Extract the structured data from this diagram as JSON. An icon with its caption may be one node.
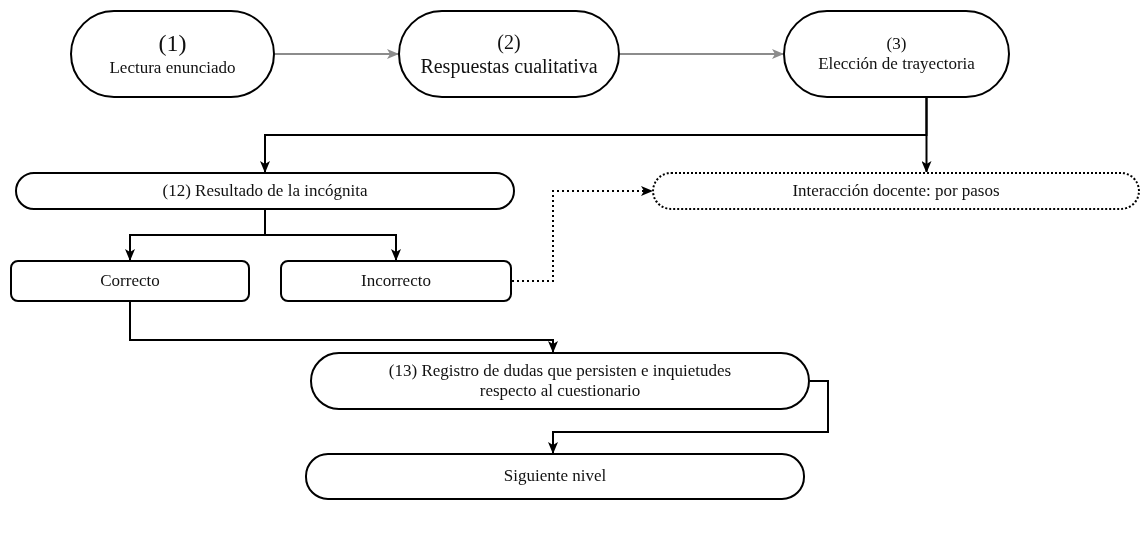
{
  "diagram": {
    "nodes": [
      {
        "text": [
          "(1)",
          "Lectura  enunciado"
        ]
      },
      {
        "text": [
          "(2)",
          "Respuestas cualitativa"
        ]
      },
      {
        "text": [
          "(3)",
          "Elección de trayectoria"
        ]
      },
      {
        "text": [
          "(12) Resultado de la incógnita"
        ]
      },
      {
        "text": [
          "Interacción docente: por pasos"
        ]
      },
      {
        "text": [
          "Correcto"
        ]
      },
      {
        "text": [
          "Incorrecto"
        ]
      },
      {
        "text": [
          "(13) Registro de dudas que persisten e inquietudes respecto al cuestionario"
        ]
      },
      {
        "text": [
          "Siguiente nivel"
        ]
      }
    ],
    "edges": [
      {
        "from": 0,
        "to": 1,
        "arrow": "to",
        "color": "#8c8c8c"
      },
      {
        "from": 1,
        "to": 2,
        "arrow": "to",
        "color": "#8c8c8c"
      },
      {
        "from": 2,
        "to": 3,
        "arrow": "to"
      },
      {
        "from": 2,
        "to": 4,
        "arrow": "to"
      },
      {
        "from": 3,
        "to": 5,
        "arrow": "to"
      },
      {
        "from": 3,
        "to": 6,
        "arrow": "to"
      },
      {
        "from": 6,
        "to": 4,
        "arrow": "to",
        "style": "dashed"
      },
      {
        "from": 5,
        "to": 7,
        "arrow": "to"
      },
      {
        "from": 7,
        "to": 8,
        "arrow": "to"
      }
    ]
  }
}
